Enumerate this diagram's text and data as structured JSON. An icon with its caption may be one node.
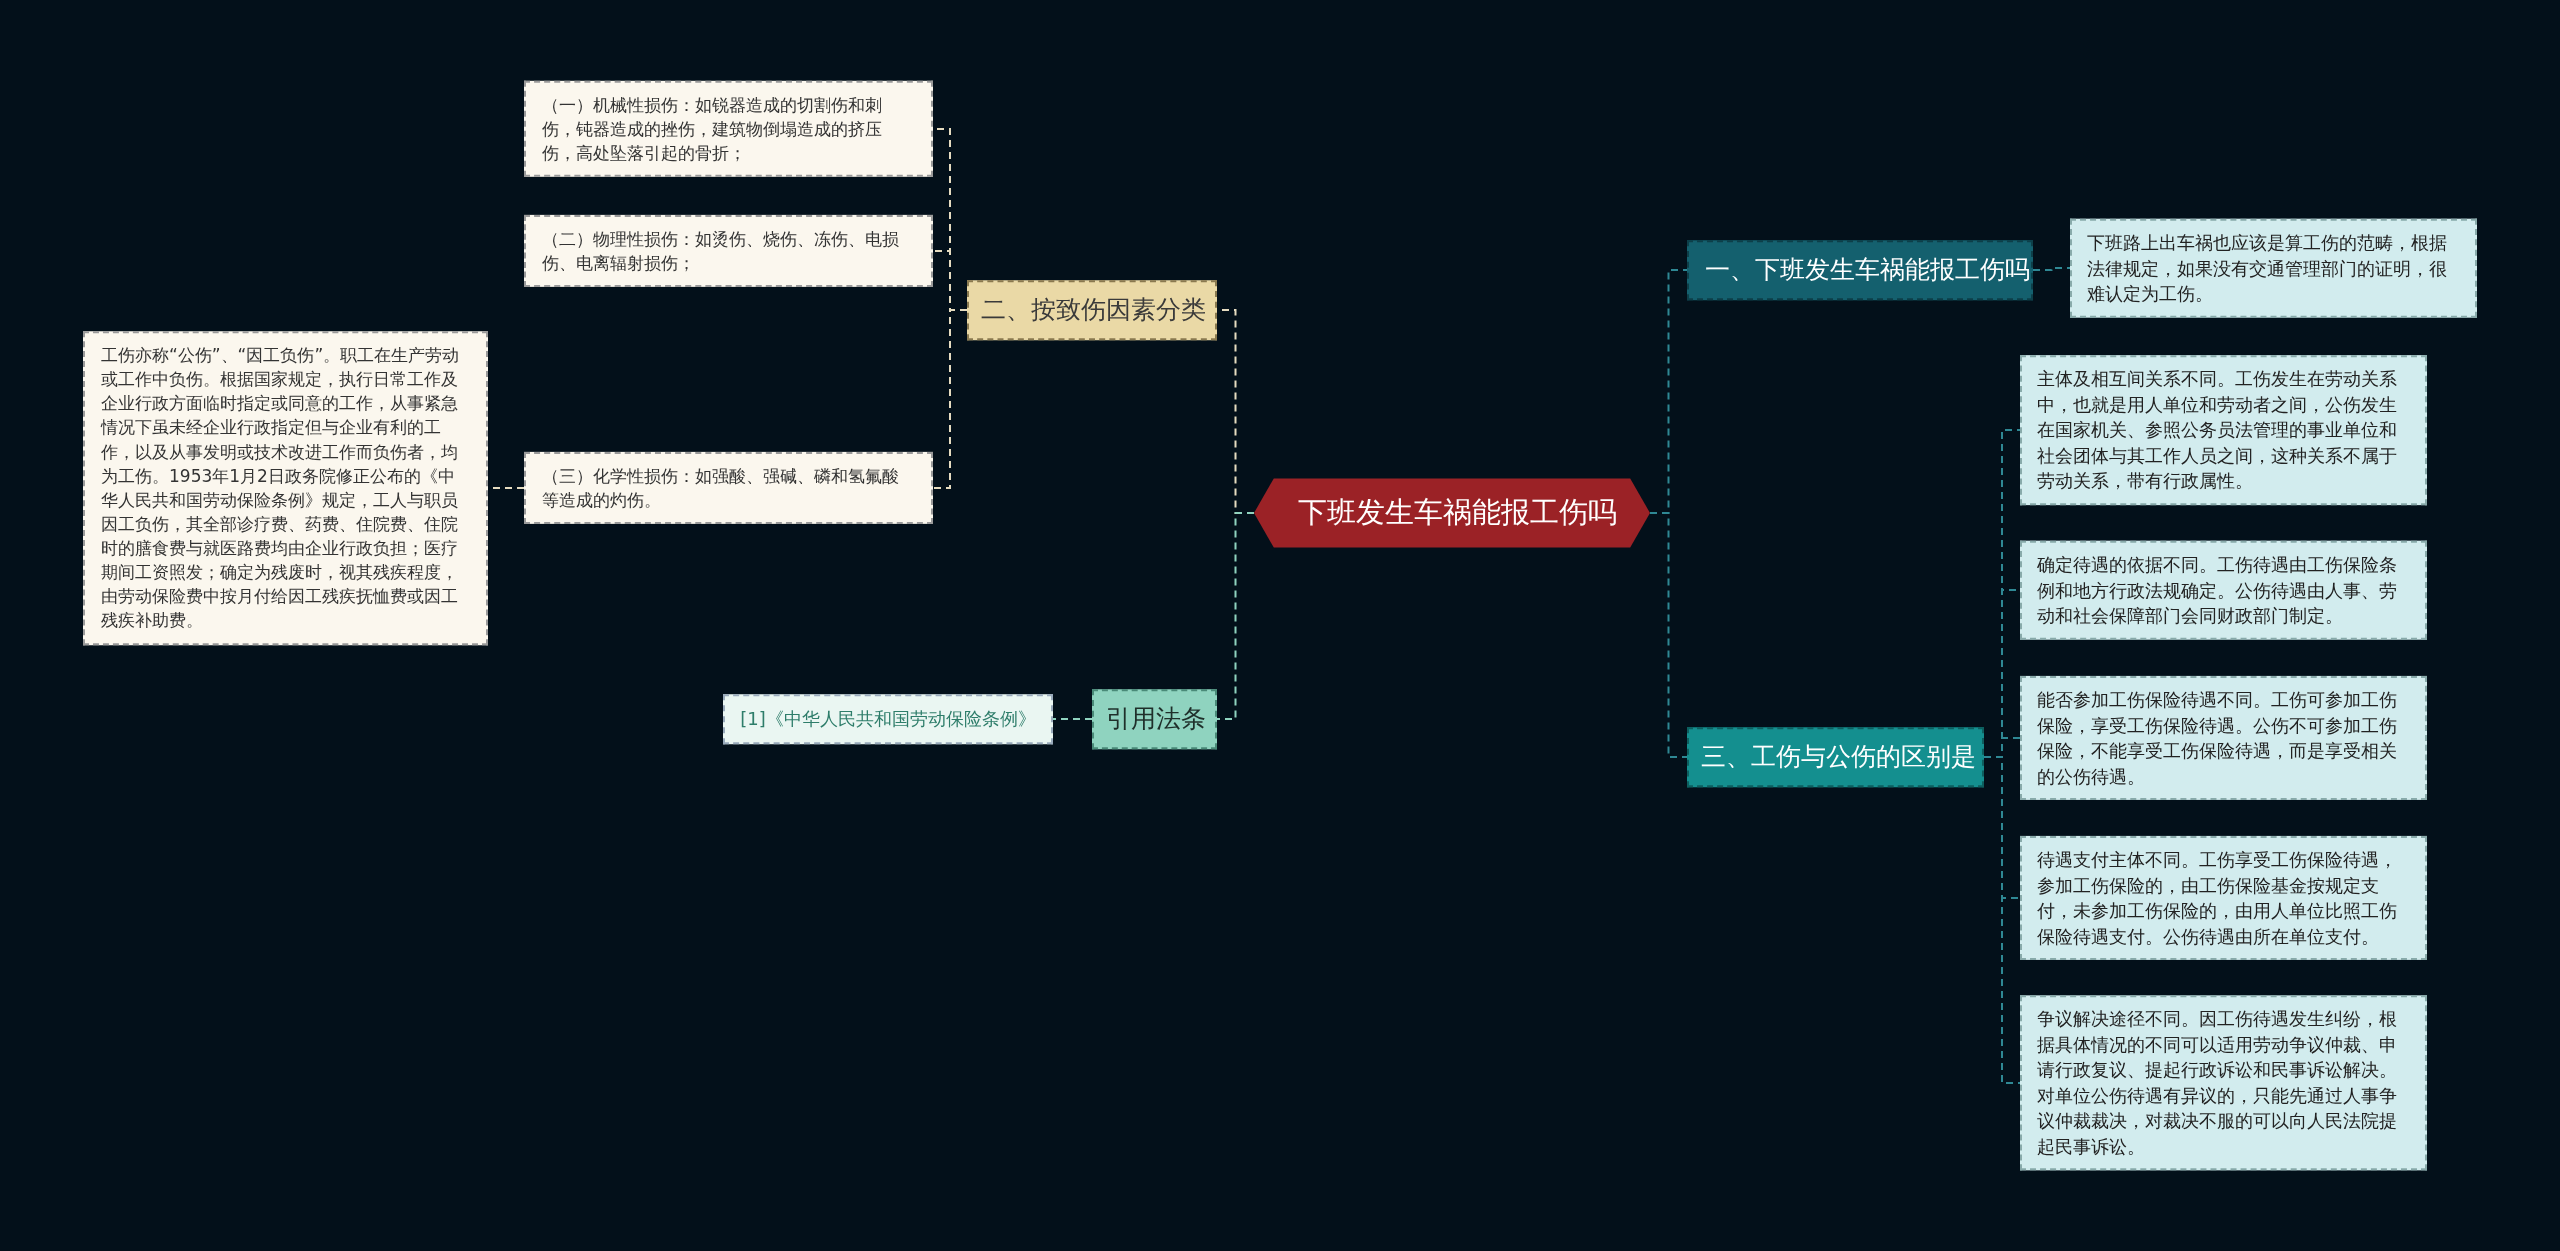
{
  "diagram": {
    "nodes": [
      {
        "text": [
          "下班发生车祸能报工伤吗"
        ]
      },
      {
        "text": [
          "二、按致伤因素分类"
        ]
      },
      {
        "text": [
          "（一）机械性损伤：如锐器造成的切割伤和刺伤，钝器造成的挫伤，建筑物倒塌造成的挤压伤，高处坠落引起的骨折；"
        ]
      },
      {
        "text": [
          "（二）物理性损伤：如烫伤、烧伤、冻伤、电损伤、电离辐射损伤；"
        ]
      },
      {
        "text": [
          "（三）化学性损伤：如强酸、强碱、磷和氢氟酸等造成的灼伤。"
        ]
      },
      {
        "text": [
          "工伤亦称“公伤”、“因工负伤”。职工在生产劳动或工作中负伤。根据国家规定，执行日常工作及企业行政方面临时指定或同意的工作，从事紧急情况下虽未经企业行政指定但与企业有利的工作，以及从事发明或技术改进工作而负伤者，均为工伤。1953年1月2日政务院修正公布的《中华人民共和国劳动保险条例》规定，工人与职员因工负伤，其全部诊疗费、药费、住院费、住院时的膳食费与就医路费均由企业行政负担；医疗期间工资照发；确定为残废时，视其残疾程度，由劳动保险费中按月付给因工残疾抚恤费或因工残疾补助费。"
        ]
      },
      {
        "text": [
          "引用法条"
        ]
      },
      {
        "text": [
          "[1]《中华人民共和国劳动保险条例》"
        ]
      },
      {
        "text": [
          "一、下班发生车祸能报工伤吗"
        ]
      },
      {
        "text": [
          "下班路上出车祸也应该是算工伤的范畴，根据法律规定，如果没有交通管理部门的证明，很难认定为工伤。"
        ]
      },
      {
        "text": [
          "三、工伤与公伤的区别是"
        ]
      },
      {
        "text": [
          "主体及相互间关系不同。工伤发生在劳动关系中，也就是用人单位和劳动者之间，公伤发生在国家机关、参照公务员法管理的事业单位和社会团体与其工作人员之间，这种关系不属于劳动关系，带有行政属性。"
        ]
      },
      {
        "text": [
          "确定待遇的依据不同。工伤待遇由工伤保险条例和地方行政法规确定。公伤待遇由人事、劳动和社会保障部门会同财政部门制定。"
        ]
      },
      {
        "text": [
          "能否参加工伤保险待遇不同。工伤可参加工伤保险，享受工伤保险待遇。公伤不可参加工伤保险，不能享受工伤保险待遇，而是享受相关的公伤待遇。"
        ]
      },
      {
        "text": [
          "待遇支付主体不同。工伤享受工伤保险待遇，参加工伤保险的，由工伤保险基金按规定支付，未参加工伤保险的，由用人单位比照工伤保险待遇支付。公伤待遇由所在单位支付。"
        ]
      },
      {
        "text": [
          "争议解决途径不同。因工伤待遇发生纠纷，根据具体情况的不同可以适用劳动争议仲裁、申请行政复议、提起行政诉讼和民事诉讼解决。对单位公伤待遇有异议的，只能先通过人事争议仲裁裁决，对裁决不服的可以向人民法院提起民事诉讼。"
        ]
      }
    ],
    "edges": [
      {
        "from": 0,
        "to": 1,
        "arrow": "none",
        "style": "dashed",
        "color": "#e6dcc0"
      },
      {
        "from": 1,
        "to": 2,
        "arrow": "none",
        "style": "dashed",
        "color": "#e6dcc0"
      },
      {
        "from": 1,
        "to": 3,
        "arrow": "none",
        "style": "dashed",
        "color": "#e6dcc0"
      },
      {
        "from": 1,
        "to": 4,
        "arrow": "none",
        "style": "dashed",
        "color": "#e6dcc0"
      },
      {
        "from": 4,
        "to": 5,
        "arrow": "none",
        "style": "dashed",
        "color": "#e6dcc0"
      },
      {
        "from": 0,
        "to": 6,
        "arrow": "none",
        "style": "dashed",
        "color": "#8fd3bf"
      },
      {
        "from": 6,
        "to": 7,
        "arrow": "none",
        "style": "dashed",
        "color": "#8fd3bf"
      },
      {
        "from": 0,
        "to": 8,
        "arrow": "none",
        "style": "dashed"
      },
      {
        "from": 8,
        "to": 9,
        "arrow": "none",
        "style": "dashed"
      },
      {
        "from": 0,
        "to": 10,
        "arrow": "none",
        "style": "dashed"
      },
      {
        "from": 10,
        "to": 11,
        "arrow": "none",
        "style": "dashed"
      },
      {
        "from": 10,
        "to": 12,
        "arrow": "none",
        "style": "dashed"
      },
      {
        "from": 10,
        "to": 13,
        "arrow": "none",
        "style": "dashed"
      },
      {
        "from": 10,
        "to": 14,
        "arrow": "none",
        "style": "dashed"
      },
      {
        "from": 10,
        "to": 15,
        "arrow": "none",
        "style": "dashed"
      }
    ]
  }
}
